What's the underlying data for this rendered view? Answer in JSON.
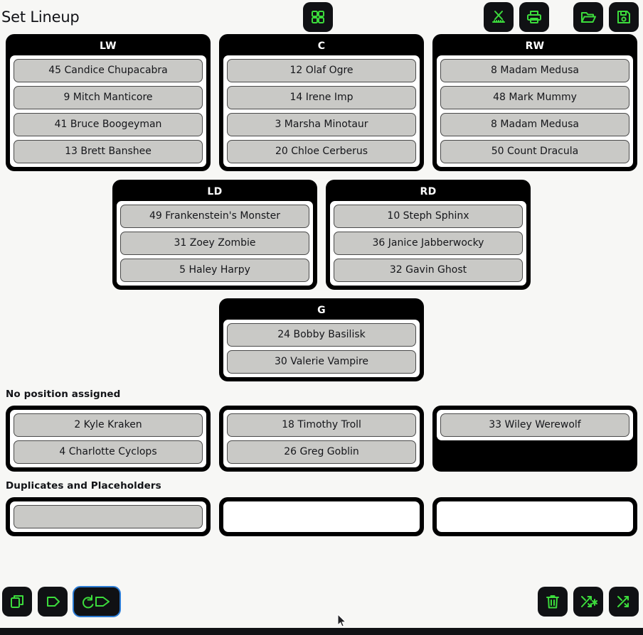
{
  "window": {
    "title": "Set Lineup"
  },
  "colors": {
    "accent_green": "#3cdc3c",
    "button_bg": "#101114",
    "card_bg": "#000000",
    "slot_bg": "#c9c9c6",
    "page_bg": "#f7f7f5",
    "focus_blue": "#2b7bd4"
  },
  "header": {
    "title": "Set Lineup",
    "center_buttons": [
      {
        "name": "grid-view-button",
        "icon": "grid-icon",
        "label": "Grid view"
      }
    ],
    "right_buttons": [
      {
        "name": "export-spreadsheet-button",
        "icon": "spreadsheet-export-icon",
        "label": "Export to spreadsheet"
      },
      {
        "name": "print-button",
        "icon": "printer-icon",
        "label": "Print"
      },
      {
        "name": "open-button",
        "icon": "folder-open-icon",
        "label": "Open"
      },
      {
        "name": "save-button",
        "icon": "floppy-save-icon",
        "label": "Save"
      }
    ]
  },
  "lineup": {
    "forward_row": [
      {
        "position": "LW",
        "players": [
          "45 Candice Chupacabra",
          "9 Mitch Manticore",
          "41 Bruce Boogeyman",
          "13 Brett Banshee"
        ]
      },
      {
        "position": "C",
        "players": [
          "12 Olaf Ogre",
          "14 Irene Imp",
          "3 Marsha Minotaur",
          "20 Chloe Cerberus"
        ]
      },
      {
        "position": "RW",
        "players": [
          "8 Madam Medusa",
          "48 Mark Mummy",
          "8 Madam Medusa",
          "50 Count Dracula"
        ]
      }
    ],
    "defense_row": [
      {
        "position": "LD",
        "players": [
          "49 Frankenstein's Monster",
          "31 Zoey Zombie",
          "5 Haley Harpy"
        ]
      },
      {
        "position": "RD",
        "players": [
          "10 Steph Sphinx",
          "36 Janice Jabberwocky",
          "32 Gavin Ghost"
        ]
      }
    ],
    "goalie_row": [
      {
        "position": "G",
        "players": [
          "24 Bobby Basilisk",
          "30 Valerie Vampire"
        ]
      }
    ]
  },
  "unassigned": {
    "title": "No position assigned",
    "columns": [
      {
        "players": [
          "2 Kyle Kraken",
          "4 Charlotte Cyclops"
        ]
      },
      {
        "players": [
          "18 Timothy Troll",
          "26 Greg Goblin"
        ]
      },
      {
        "players": [
          "33 Wiley Werewolf"
        ]
      }
    ]
  },
  "duplicates": {
    "title": "Duplicates and Placeholders",
    "columns": [
      {
        "players": [
          ""
        ]
      },
      {
        "players": []
      },
      {
        "players": []
      }
    ]
  },
  "footer": {
    "left_buttons": [
      {
        "name": "duplicate-button",
        "icon": "copy-icon",
        "label": "Duplicate"
      },
      {
        "name": "add-placeholder-button",
        "icon": "tag-icon",
        "label": "Add placeholder"
      },
      {
        "name": "replace-placeholder-button",
        "icon": "refresh-tag-icon",
        "label": "Replace placeholder",
        "focused": true
      }
    ],
    "right_buttons": [
      {
        "name": "delete-button",
        "icon": "trash-icon",
        "label": "Delete"
      },
      {
        "name": "shuffle-all-button",
        "icon": "shuffle-star-icon",
        "label": "Shuffle all"
      },
      {
        "name": "shuffle-button",
        "icon": "shuffle-icon",
        "label": "Shuffle"
      }
    ]
  }
}
